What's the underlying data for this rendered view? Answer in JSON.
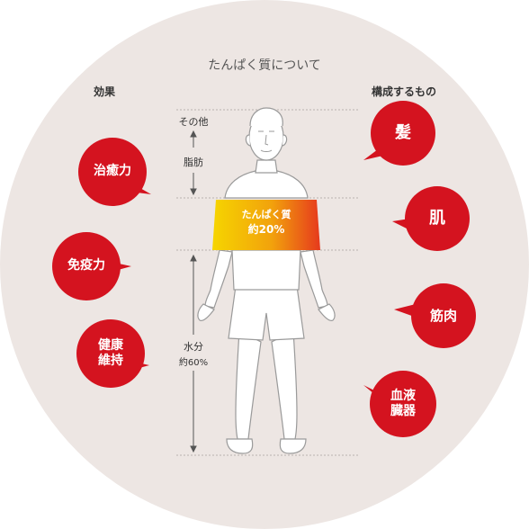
{
  "title": "たんぱく質について",
  "effects": {
    "heading": "効果",
    "items": [
      {
        "label": "治癒力"
      },
      {
        "label": "免疫力"
      },
      {
        "label": "健康\n維持"
      }
    ]
  },
  "components": {
    "heading": "構成するもの",
    "items": [
      {
        "label": "髪"
      },
      {
        "label": "肌"
      },
      {
        "label": "筋肉"
      },
      {
        "label": "血液\n臓器"
      }
    ]
  },
  "body_composition": {
    "other": "その他",
    "fat": "脂肪",
    "protein_line1": "たんぱく質",
    "protein_line2": "約20%",
    "water_line1": "水分",
    "water_line2": "約60%"
  },
  "colors": {
    "background_circle": "#ede6e3",
    "accent_red": "#d4131f",
    "band_yellow": "#f5d200",
    "band_orange": "#e8451e"
  }
}
